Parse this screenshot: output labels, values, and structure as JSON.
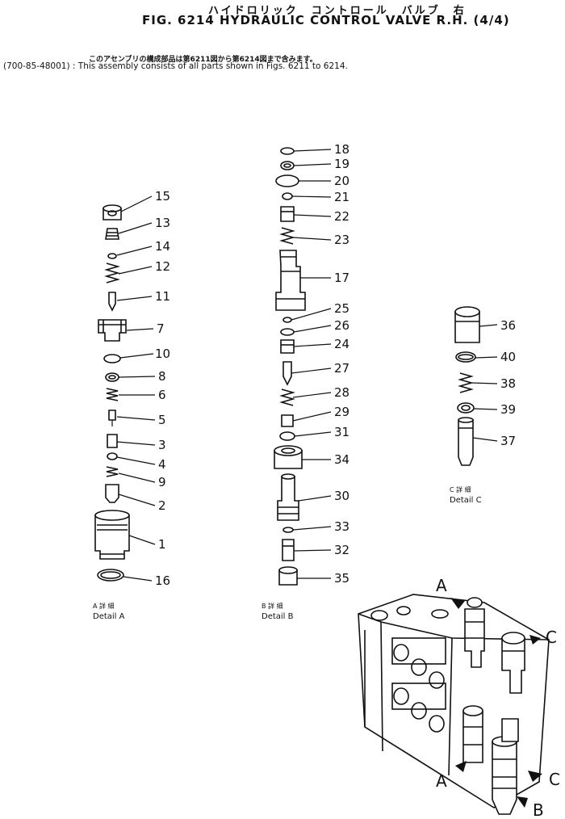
{
  "header": {
    "title_jp": "ハイドロリック　コントロール　バルブ　右",
    "title": "FIG. 6214  HYDRAULIC  CONTROL  VALVE  R.H.  (4/4)",
    "note_jp": "このアセンブリの構成部品は第6211図から第6214図まで含みます。",
    "note_en": "(700-85-48001) : This assembly consists of all parts shown in Figs. 6211 to 6214."
  },
  "details": [
    {
      "jp": "A 詳 細",
      "en": "Detail  A"
    },
    {
      "jp": "B 詳 細",
      "en": "Detail  B"
    },
    {
      "jp": "C 詳 細",
      "en": "Detail  C"
    }
  ],
  "callouts": {
    "detail_a": [
      "15",
      "13",
      "14",
      "12",
      "11",
      "7",
      "10",
      "8",
      "6",
      "5",
      "3",
      "4",
      "9",
      "2",
      "1",
      "16"
    ],
    "detail_b": [
      "18",
      "19",
      "20",
      "21",
      "22",
      "23",
      "17",
      "25",
      "26",
      "24",
      "27",
      "28",
      "29",
      "31",
      "34",
      "30",
      "33",
      "32",
      "35"
    ],
    "detail_c": [
      "36",
      "40",
      "38",
      "39",
      "37"
    ]
  },
  "view_letters": [
    "A",
    "C",
    "A",
    "C",
    "B"
  ]
}
